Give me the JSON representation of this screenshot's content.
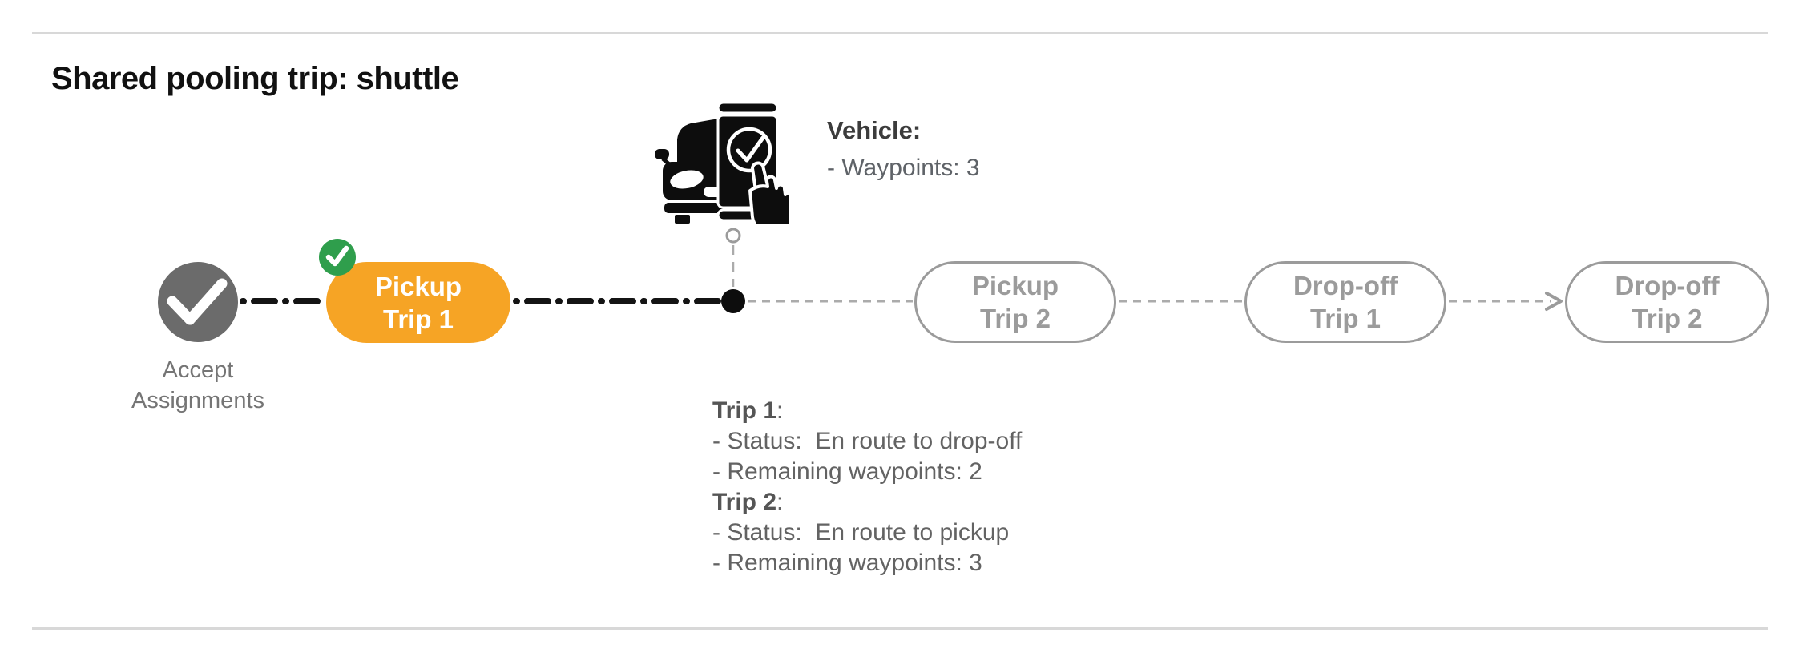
{
  "title": "Shared pooling trip: shuttle",
  "shared": {
    "colon": ":"
  },
  "vehicle_panel": {
    "heading": "Vehicle",
    "waypoints_line": "- Waypoints: 3"
  },
  "trip_panel": {
    "trip1_heading": "Trip 1",
    "trip1_status": "- Status:  En route to drop-off",
    "trip1_remaining": "- Remaining waypoints: 2",
    "trip2_heading": "Trip 2",
    "trip2_status": "- Status:  En route to pickup",
    "trip2_remaining": "- Remaining waypoints: 3"
  },
  "timeline": {
    "start": {
      "label_line1": "Accept",
      "label_line2": "Assignments"
    },
    "stages": [
      {
        "line1": "Pickup",
        "line2": "Trip 1",
        "state": "current"
      },
      {
        "line1": "Pickup",
        "line2": "Trip 2",
        "state": "upcoming"
      },
      {
        "line1": "Drop-off",
        "line2": "Trip 1",
        "state": "upcoming"
      },
      {
        "line1": "Drop-off",
        "line2": "Trip 2",
        "state": "upcoming"
      }
    ]
  },
  "icons": {
    "start_node": "check-icon",
    "completed_badge": "check-badge-icon",
    "vehicle": "vehicle-phone-check-icon",
    "current_position": "position-dot",
    "flow_arrow": "arrow-right-icon"
  },
  "colors": {
    "current_stage_orange": "#f6a425",
    "completed_badge_green": "#2f9e4c",
    "start_node_gray": "#6b6b6b",
    "upcoming_outline_gray": "#9b9b9b",
    "connector_black": "#141414",
    "connector_gray": "#ababab",
    "label_gray": "#757575",
    "info_text_gray": "#636363",
    "divider_gray": "#d8d8d8"
  }
}
